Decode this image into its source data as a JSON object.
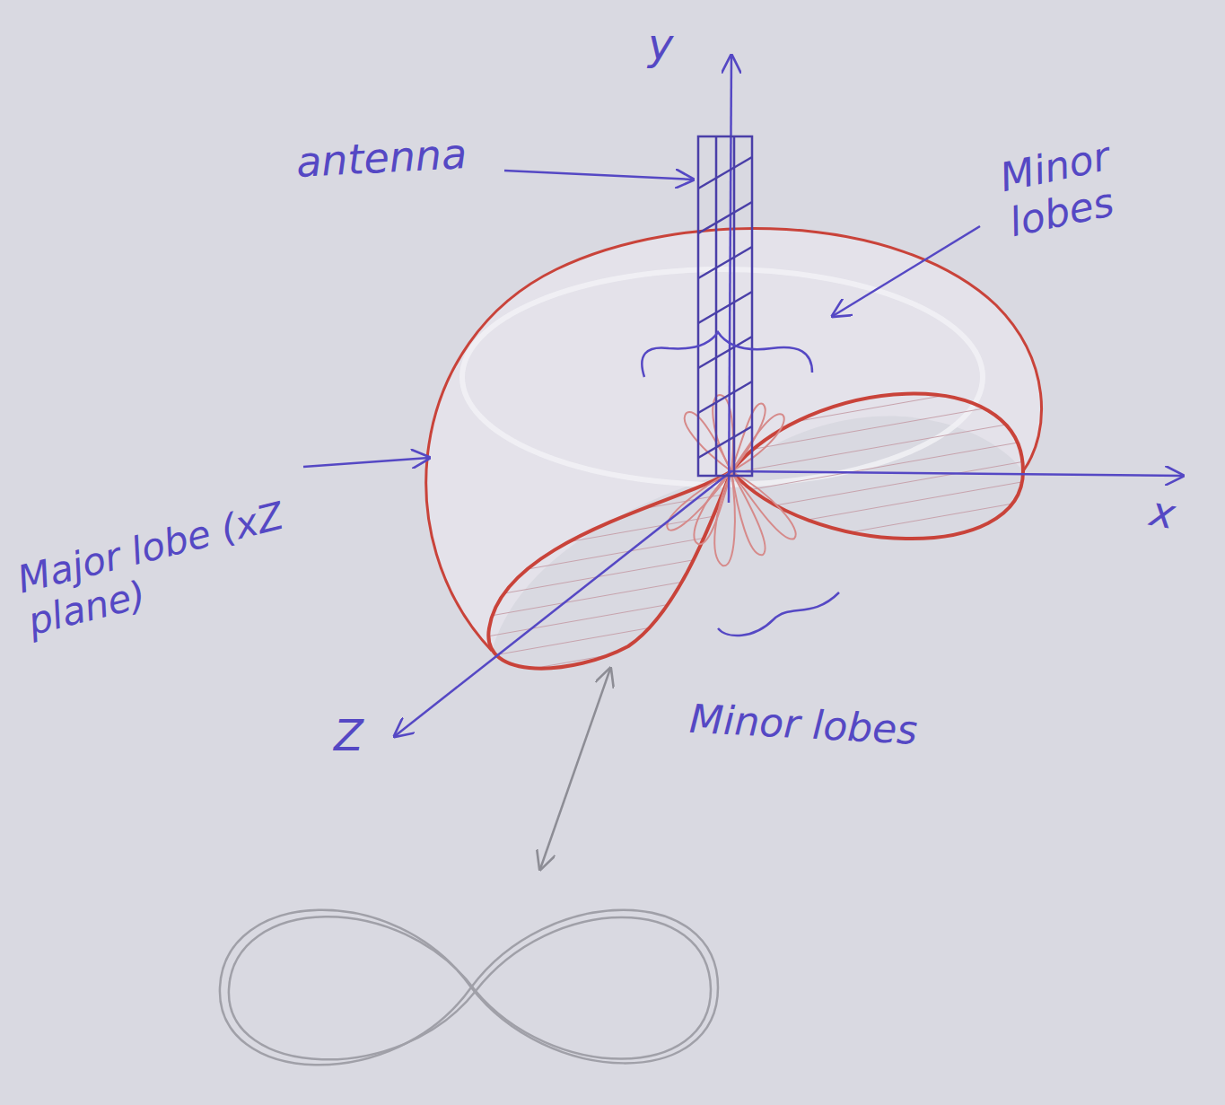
{
  "diagram": {
    "labels": [
      "y",
      "antenna",
      "Minor lobes",
      "Major lobe (xZ plane)",
      "x",
      "Z",
      "Minor lobes"
    ]
  }
}
